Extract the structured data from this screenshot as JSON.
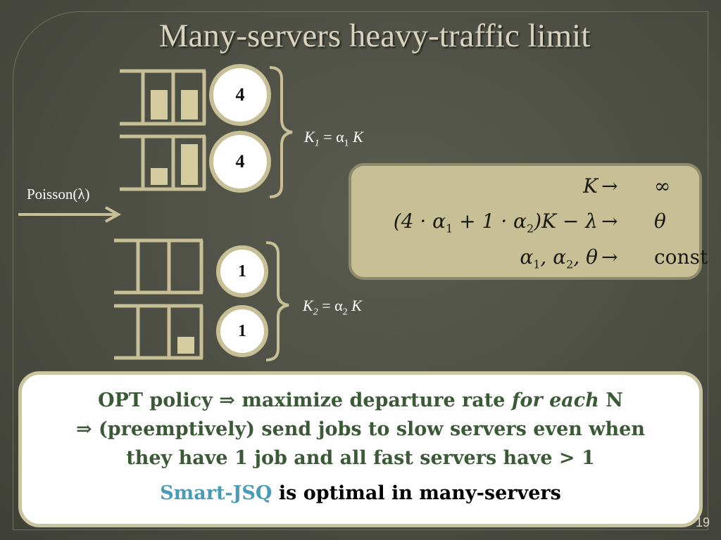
{
  "title": "Many-servers heavy-traffic limit",
  "arrival_label": "Poisson(λ)",
  "fast_group": {
    "label_var": "K",
    "label_sub": "1",
    "label_eq": " = ",
    "label_coef": "α",
    "label_coef_sub": "1",
    "label_tail": " K",
    "servers": [
      {
        "speed": "4"
      },
      {
        "speed": "4"
      }
    ]
  },
  "slow_group": {
    "label_var": "K",
    "label_sub": "2",
    "label_eq": " = ",
    "label_coef": "α",
    "label_coef_sub": "2",
    "label_tail": " K",
    "servers": [
      {
        "speed": "1"
      },
      {
        "speed": "1"
      }
    ]
  },
  "math": {
    "row1_lhs": "K",
    "row1_rhs": "∞",
    "row2_lhs_a": "(4 · α",
    "row2_lhs_a_sub": "1",
    "row2_lhs_b": " + 1 · α",
    "row2_lhs_b_sub": "2",
    "row2_lhs_c": ")K − λ",
    "row2_rhs": "θ",
    "row3_lhs_a": "α",
    "row3_lhs_a_sub": "1",
    "row3_lhs_b": ", α",
    "row3_lhs_b_sub": "2",
    "row3_lhs_c": ", θ",
    "row3_rhs": "const",
    "arrow": "→"
  },
  "summary": {
    "line1_a": "OPT policy ⇒ maximize departure rate ",
    "line1_b": "for each",
    "line1_c": " N",
    "line2": "⇒ (preemptively) send jobs to slow servers even when",
    "line3": "they have 1 job and all fast servers have > 1",
    "smart_name": "Smart-JSQ",
    "smart_rest": " is optimal in many-servers"
  },
  "page_number": "19",
  "colors": {
    "accent_tan": "#c7bf95",
    "summary_green": "#3a5a35",
    "smart_blue": "#4a9bb7"
  }
}
